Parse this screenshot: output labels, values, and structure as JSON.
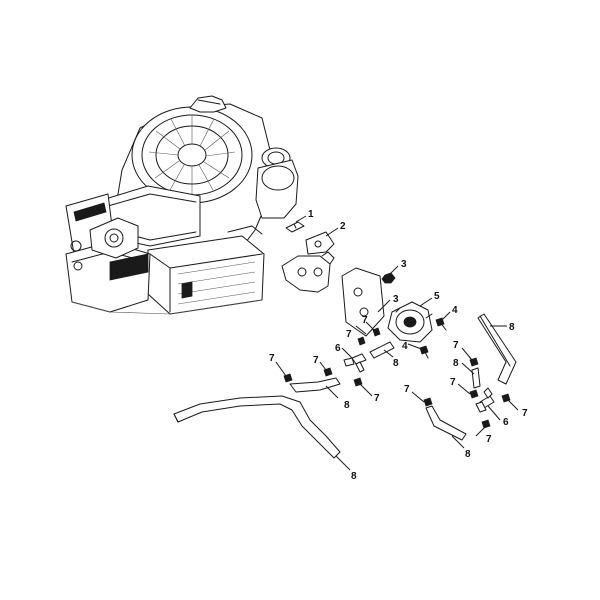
{
  "callouts": {
    "c1": "1",
    "c2": "2",
    "c3a": "3",
    "c3b": "3",
    "c4a": "4",
    "c4b": "4",
    "c5": "5",
    "c6a": "6",
    "c6b": "6",
    "c7a": "7",
    "c7b": "7",
    "c7c": "7",
    "c7d": "7",
    "c7e": "7",
    "c7f": "7",
    "c7g": "7",
    "c7h": "7",
    "c7i": "7",
    "c7j": "7",
    "c8a": "8",
    "c8b": "8",
    "c8c": "8",
    "c8d": "8",
    "c8e": "8",
    "c8f": "8"
  }
}
